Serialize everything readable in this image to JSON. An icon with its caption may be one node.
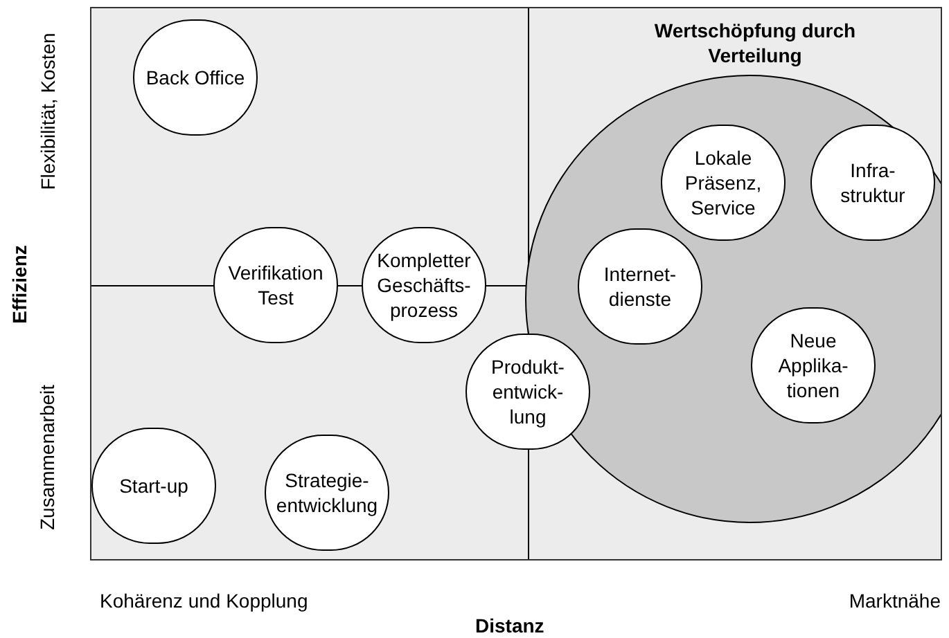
{
  "diagram": {
    "nodes": [
      {
        "text": [
          "Back Office"
        ]
      },
      {
        "text": [
          "Wertschöpfung durch Verteilung"
        ]
      },
      {
        "text": [
          "Lokale Präsenz, Service"
        ],
        "in": 1
      },
      {
        "text": [
          "Infra-struktur"
        ],
        "in": 1
      },
      {
        "text": [
          "Verifikation Test"
        ]
      },
      {
        "text": [
          "Kompletter Geschäfts-prozess"
        ]
      },
      {
        "text": [
          "Internet-dienste"
        ],
        "in": 1
      },
      {
        "text": [
          "Neue Applika-tionen"
        ],
        "in": 1
      },
      {
        "text": [
          "Produkt-entwick-lung"
        ]
      },
      {
        "text": [
          "Start-up"
        ]
      },
      {
        "text": [
          "Strategie-entwicklung"
        ]
      }
    ],
    "labels": [
      "Flexibilität, Kosten",
      "Effizienz",
      "Zusammenarbeit",
      "Kohärenz und Kopplung",
      "Distanz",
      "Marktnähe"
    ]
  }
}
